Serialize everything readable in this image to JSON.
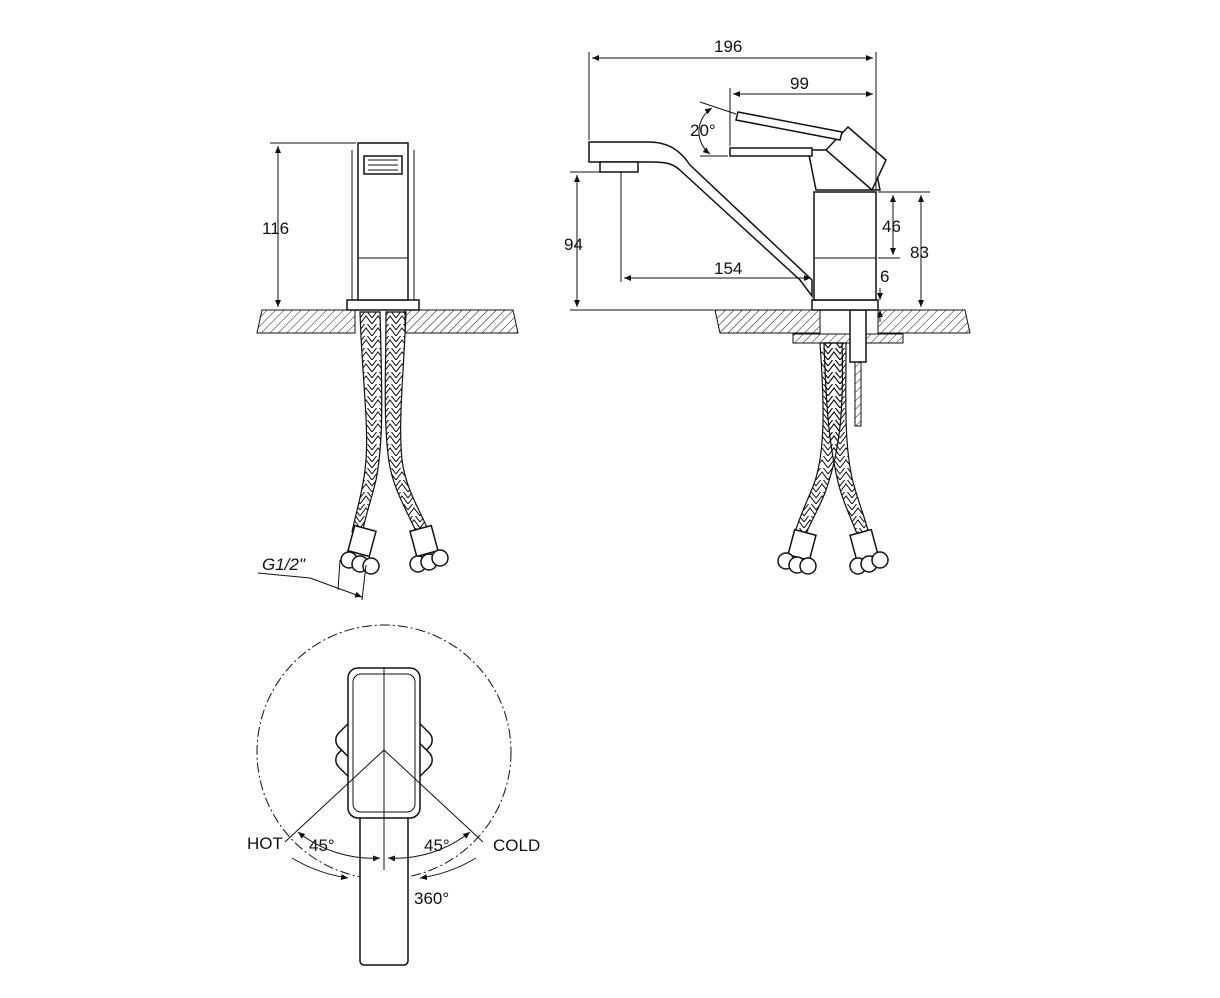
{
  "dimensions": {
    "total_length": "196",
    "lever_reach": "99",
    "lever_angle": "20°",
    "spout_height": "94",
    "front_height": "116",
    "spout_projection": "154",
    "body_height": "46",
    "overall_height": "83",
    "base_thickness": "6"
  },
  "labels": {
    "thread": "G1/2\"",
    "hot": "HOT",
    "cold": "COLD",
    "hot_angle": "45°",
    "cold_angle": "45°",
    "rotation": "360°"
  }
}
